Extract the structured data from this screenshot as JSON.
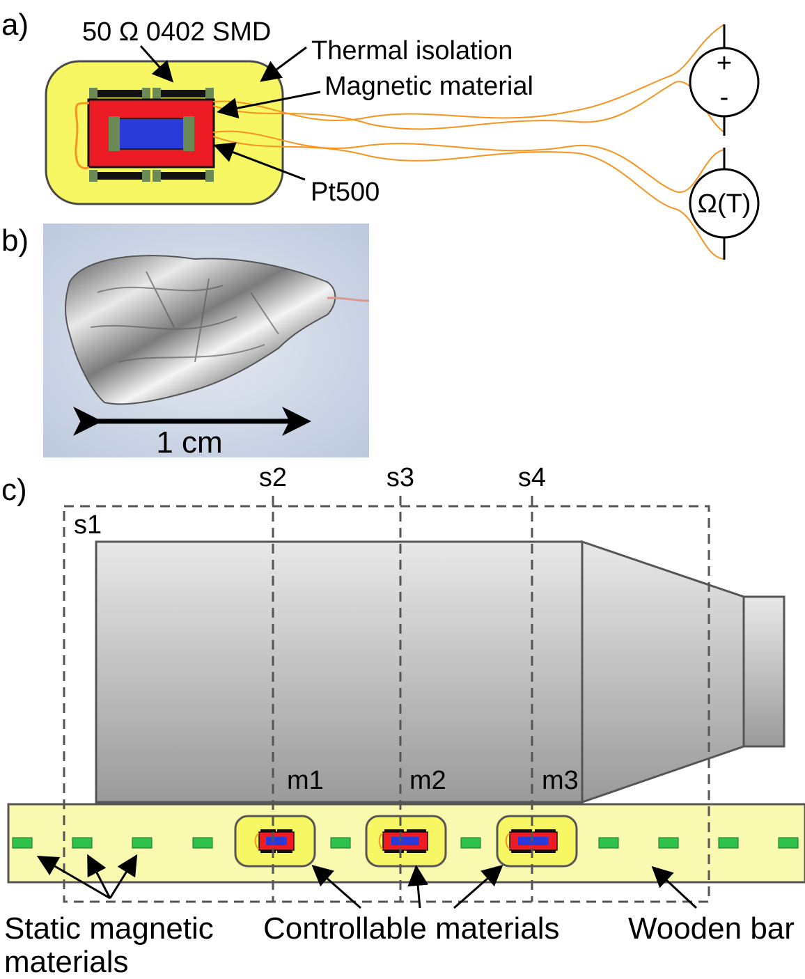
{
  "panel_a": {
    "label": "a)",
    "resistor_label": "50 Ω 0402 SMD",
    "isolation_label": "Thermal isolation",
    "magnetic_label": "Magnetic material",
    "sensor_label": "Pt500",
    "source_plus": "+",
    "source_minus": "-",
    "ohmmeter_label": "Ω(T)"
  },
  "panel_b": {
    "label": "b)",
    "scale_label": "1 cm"
  },
  "panel_c": {
    "label": "c)",
    "sensors": [
      "s1",
      "s2",
      "s3",
      "s4"
    ],
    "materials": [
      "m1",
      "m2",
      "m3"
    ],
    "static_label_line1": "Static magnetic",
    "static_label_line2": "materials",
    "controllable_label": "Controllable materials",
    "bar_label": "Wooden bar"
  },
  "colors": {
    "isolation": "#f7f763",
    "magnetic": "#ed1c24",
    "sensor": "#2b3bd8",
    "resistor_cap": "#6b8a55",
    "wire": "#f7931e",
    "wooden_bar": "#f9f9b0",
    "static_material": "#2ec24a",
    "body_gray": "#b8b8b8"
  }
}
